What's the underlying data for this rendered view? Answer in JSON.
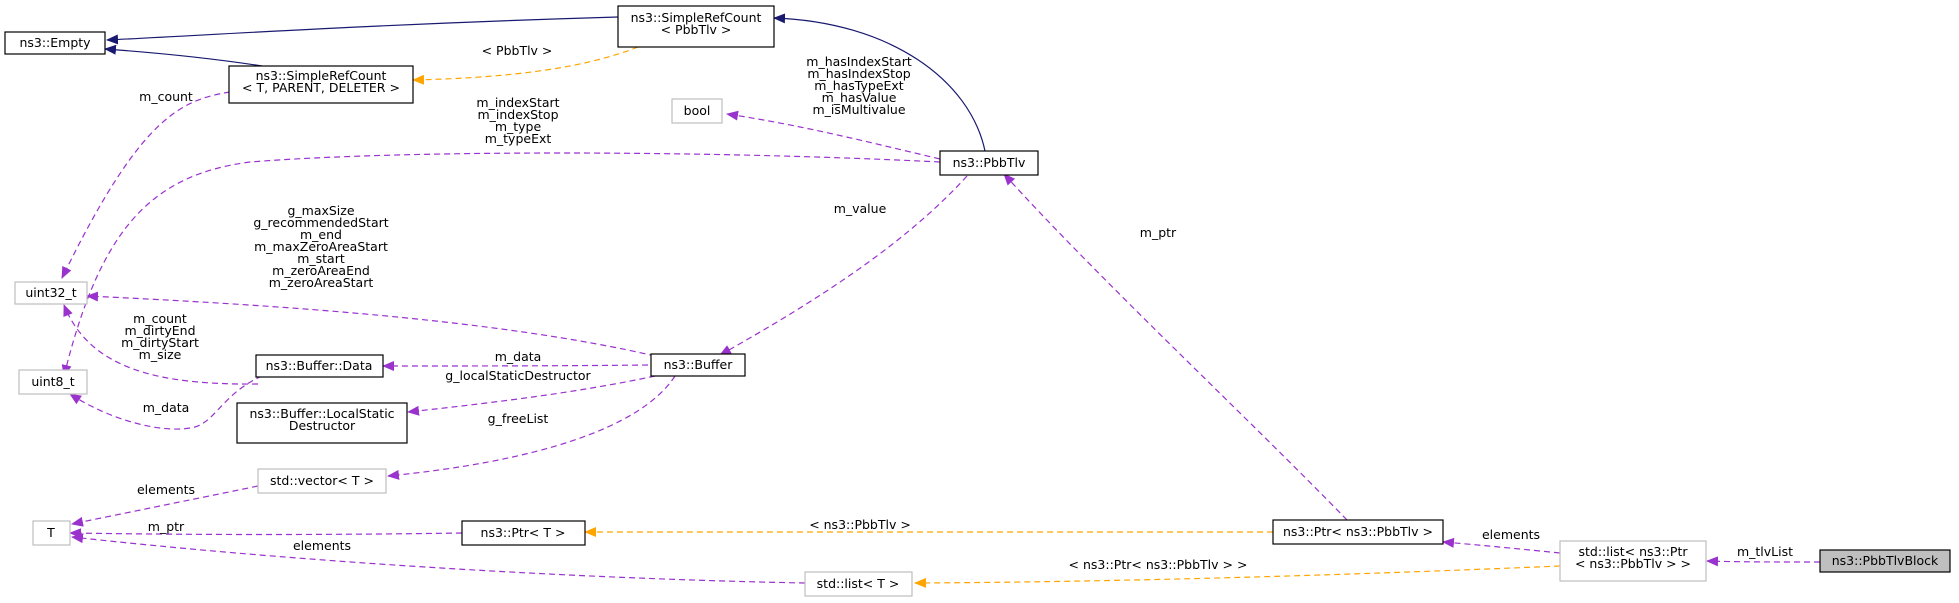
{
  "nodes": {
    "empty": {
      "lines": [
        "ns3::Empty"
      ]
    },
    "simplerefcount_pbbtlv": {
      "lines": [
        "ns3::SimpleRefCount",
        "< PbbTlv >"
      ]
    },
    "simplerefcount_t": {
      "lines": [
        "ns3::SimpleRefCount",
        "< T, PARENT, DELETER >"
      ]
    },
    "bool": {
      "lines": [
        "bool"
      ]
    },
    "pbbtlv": {
      "lines": [
        "ns3::PbbTlv"
      ]
    },
    "uint32": {
      "lines": [
        "uint32_t"
      ]
    },
    "uint8": {
      "lines": [
        "uint8_t"
      ]
    },
    "buffer_data": {
      "lines": [
        "ns3::Buffer::Data"
      ]
    },
    "buffer": {
      "lines": [
        "ns3::Buffer"
      ]
    },
    "localstatic": {
      "lines": [
        "ns3::Buffer::LocalStatic",
        "Destructor"
      ]
    },
    "vector_t": {
      "lines": [
        "std::vector< T >"
      ]
    },
    "t": {
      "lines": [
        "T"
      ]
    },
    "ptr_t": {
      "lines": [
        "ns3::Ptr< T >"
      ]
    },
    "ptr_pbbtlv": {
      "lines": [
        "ns3::Ptr< ns3::PbbTlv >"
      ]
    },
    "list_t": {
      "lines": [
        "std::list< T >"
      ]
    },
    "list_ptr_pbbtlv": {
      "lines": [
        "std::list< ns3::Ptr",
        "< ns3::PbbTlv > >"
      ]
    },
    "pbbtlvblock": {
      "lines": [
        "ns3::PbbTlvBlock"
      ]
    }
  },
  "edge_labels": {
    "tmpl_pbbtlv": [
      "< PbbTlv >"
    ],
    "m_count": [
      "m_count"
    ],
    "pbbtlv_flags": [
      "m_hasIndexStart",
      "m_hasIndexStop",
      "m_hasTypeExt",
      "m_hasValue",
      "m_isMultivalue"
    ],
    "pbbtlv_index": [
      "m_indexStart",
      "m_indexStop",
      "m_type",
      "m_typeExt"
    ],
    "m_value": [
      "m_value"
    ],
    "m_ptr_pbbtlv": [
      "m_ptr"
    ],
    "buffer_uint32": [
      "g_maxSize",
      "g_recommendedStart",
      "m_end",
      "m_maxZeroAreaStart",
      "m_start",
      "m_zeroAreaEnd",
      "m_zeroAreaStart"
    ],
    "data_uint32": [
      "m_count",
      "m_dirtyEnd",
      "m_dirtyStart",
      "m_size"
    ],
    "m_data_buffer": [
      "m_data"
    ],
    "g_local": [
      "g_localStaticDestructor"
    ],
    "m_data_uint8": [
      "m_data"
    ],
    "g_freelist": [
      "g_freeList"
    ],
    "elements_vector": [
      "elements"
    ],
    "m_ptr_t": [
      "m_ptr"
    ],
    "elements_list": [
      "elements"
    ],
    "tmpl_ptr": [
      "< ns3::PbbTlv >"
    ],
    "elements_ptr": [
      "elements"
    ],
    "m_tlvlist": [
      "m_tlvList"
    ],
    "tmpl_list": [
      "< ns3::Ptr< ns3::PbbTlv > >"
    ]
  },
  "colors": {
    "inheritance": "#191970",
    "usage": "#9a32cd",
    "template": "#ffa500",
    "focus_fill": "#bfbfbf"
  }
}
